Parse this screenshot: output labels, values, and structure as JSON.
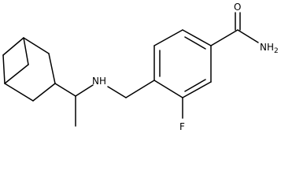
{
  "labels": {
    "oxygen": "O",
    "amine": "NH",
    "amide_nitrogen": "NH",
    "amide_subscript": "2",
    "fluorine": "F"
  },
  "colors": {
    "bond": "#000000",
    "background": "#ffffff"
  }
}
